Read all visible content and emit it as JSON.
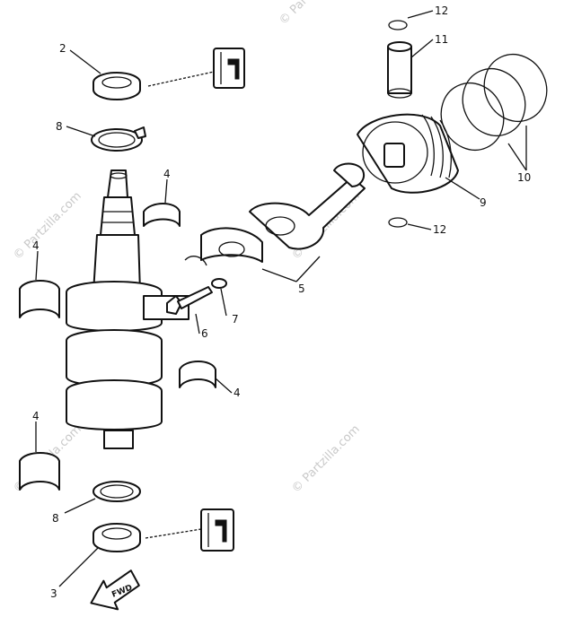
{
  "watermark": "© Partzilla.com",
  "callouts": {
    "c1": "2",
    "c2": "8",
    "c3": "4",
    "c4": "4",
    "c5": "5",
    "c6": "6",
    "c7": "7",
    "c8": "4",
    "c9": "4",
    "c10": "8",
    "c11": "3",
    "c12": "12",
    "c13": "11",
    "c14": "9",
    "c15": "10",
    "c16": "12"
  },
  "front_arrow_label": "FWD"
}
